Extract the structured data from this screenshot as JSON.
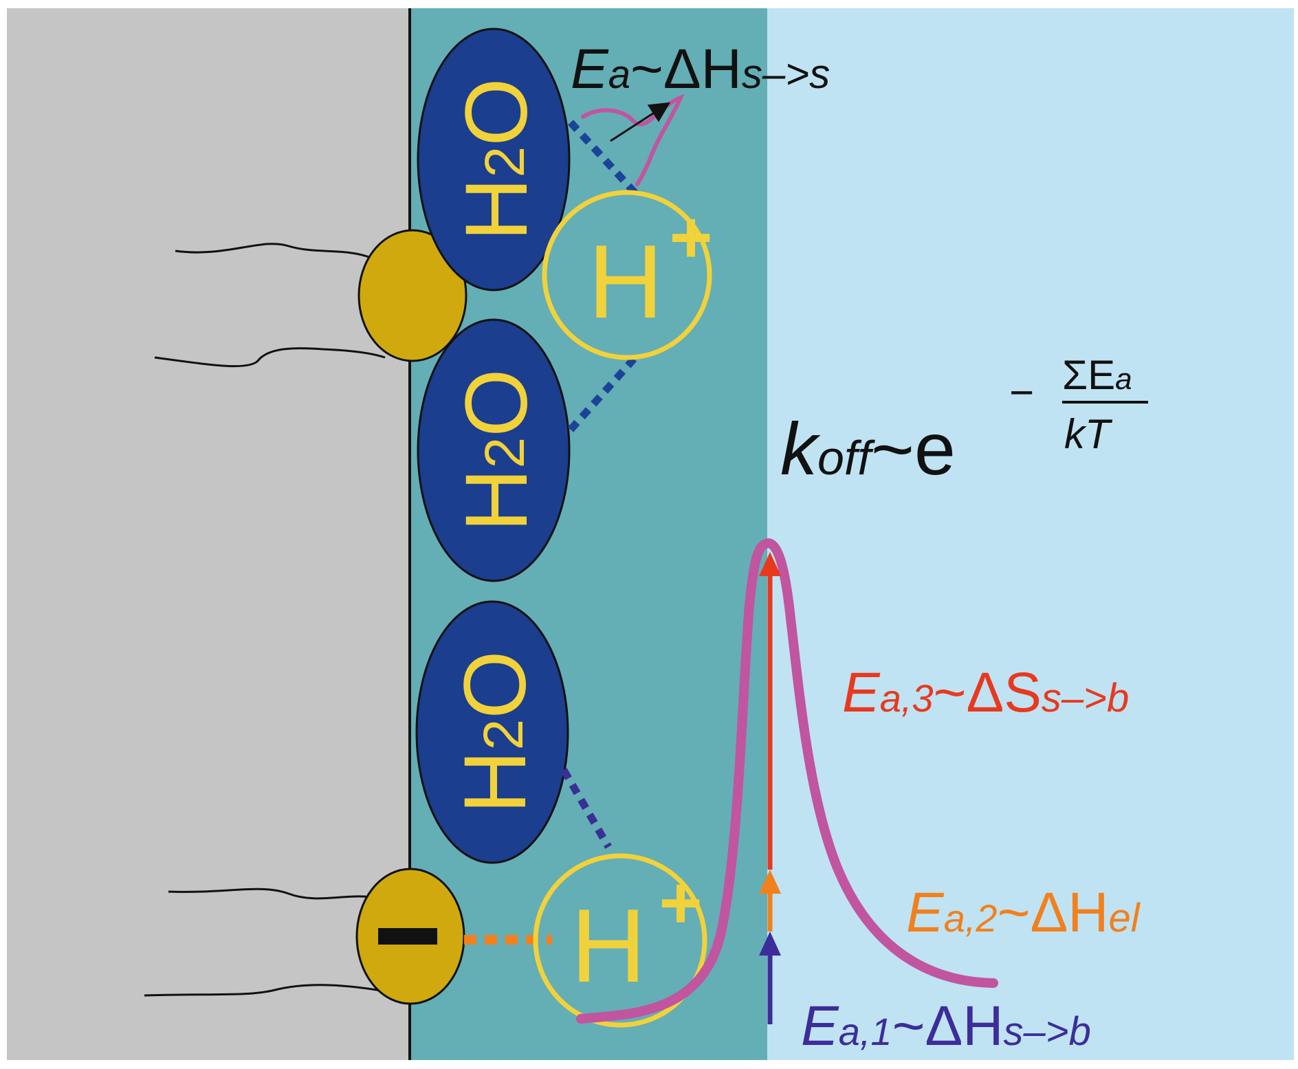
{
  "colors": {
    "membrane": "#c4c5c4",
    "interface": "#64aeb6",
    "bulk": "#bfe3f3",
    "water": "#1b3e8e",
    "headgroup": "#cfa90e",
    "yellow_text": "#f2d23a",
    "magenta": "#c1559f",
    "red": "#e8391f",
    "orange": "#f2801d",
    "purple": "#3e2c9a",
    "hbond": "#1b4498",
    "black": "#111111"
  },
  "molecules": {
    "water_label_main": "H",
    "water_label_sub": "2",
    "water_label_tail": "O",
    "proton_label": "H",
    "proton_charge": "+",
    "anion_charge": "−"
  },
  "labels": {
    "ea_top": {
      "main": "E",
      "sub": "a",
      "tilde": "~ΔH",
      "suffix": "s–>s"
    },
    "koff": {
      "k": "k",
      "sub": "off",
      "rest": "~e",
      "minus": "−",
      "numerator": "ΣE",
      "numerator_sub": "a",
      "denominator": "kT"
    },
    "ea3": {
      "main": "E",
      "sub": "a,3",
      "rest": "~ΔS",
      "suffix": "s–>b"
    },
    "ea2": {
      "main": "E",
      "sub": "a,2",
      "rest": "~ΔH",
      "suffix": "el"
    },
    "ea1": {
      "main": "E",
      "sub": "a,1",
      "rest": "~ΔH",
      "suffix": "s–>b"
    }
  }
}
